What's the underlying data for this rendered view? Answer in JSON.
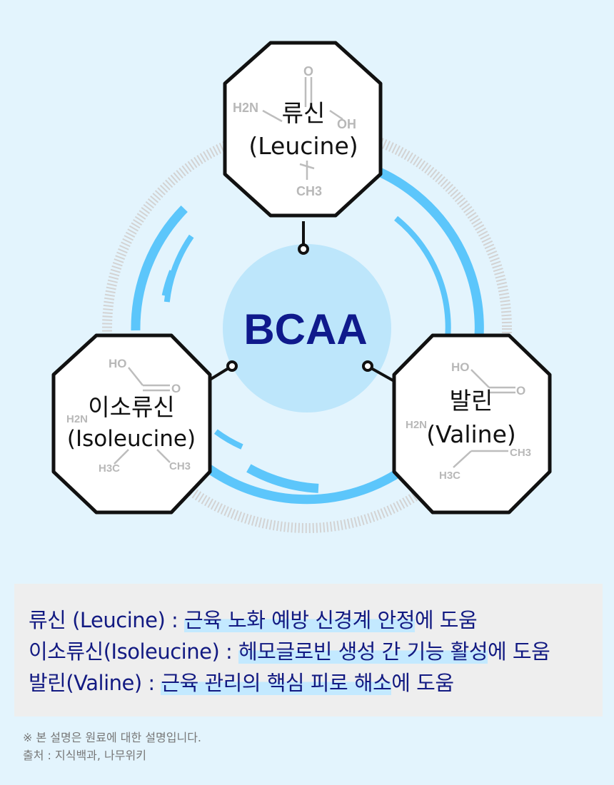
{
  "center": {
    "label": "BCAA"
  },
  "amino_acids": [
    {
      "name_ko": "류신",
      "name_en": "(Leucine)",
      "molecule": {
        "top": "O",
        "left": "H2N",
        "right": "OH",
        "bottom": "CH3"
      }
    },
    {
      "name_ko": "이소류신",
      "name_en": "(Isoleucine)",
      "molecule": {
        "top": "HO",
        "right": "O",
        "left": "H2N",
        "bottom_left": "H3C",
        "bottom_right": "CH3"
      }
    },
    {
      "name_ko": "발린",
      "name_en": "(Valine)",
      "molecule": {
        "top": "HO",
        "right": "O",
        "left": "H2N",
        "bottom_left": "H3C",
        "bottom_right": "CH3"
      }
    }
  ],
  "descriptions": [
    {
      "term": "류신 (Leucine) : ",
      "effect": "근육 노화 예방 신경계 안정",
      "suffix": "에 도움"
    },
    {
      "term": "이소류신(Isoleucine) : ",
      "effect": "헤모글로빈 생성 간 기능 활성",
      "suffix": "에 도움"
    },
    {
      "term": "발린(Valine) : ",
      "effect": "근육 관리의 핵심 피로 해소",
      "suffix": "에 도움"
    }
  ],
  "notes": {
    "disclaimer": "※ 본 설명은 원료에 대한 설명입니다.",
    "source": "출처 : 지식백과, 나무위키"
  },
  "colors": {
    "background": "#e3f4fd",
    "center_circle": "#bde6fb",
    "ring_blue": "#5cc6fb",
    "ring_gray": "#d3d3d3",
    "hex_stroke": "#111111",
    "title_text": "#0f1a8c",
    "desc_text": "#121a82",
    "highlight": "#c3e9ff"
  }
}
